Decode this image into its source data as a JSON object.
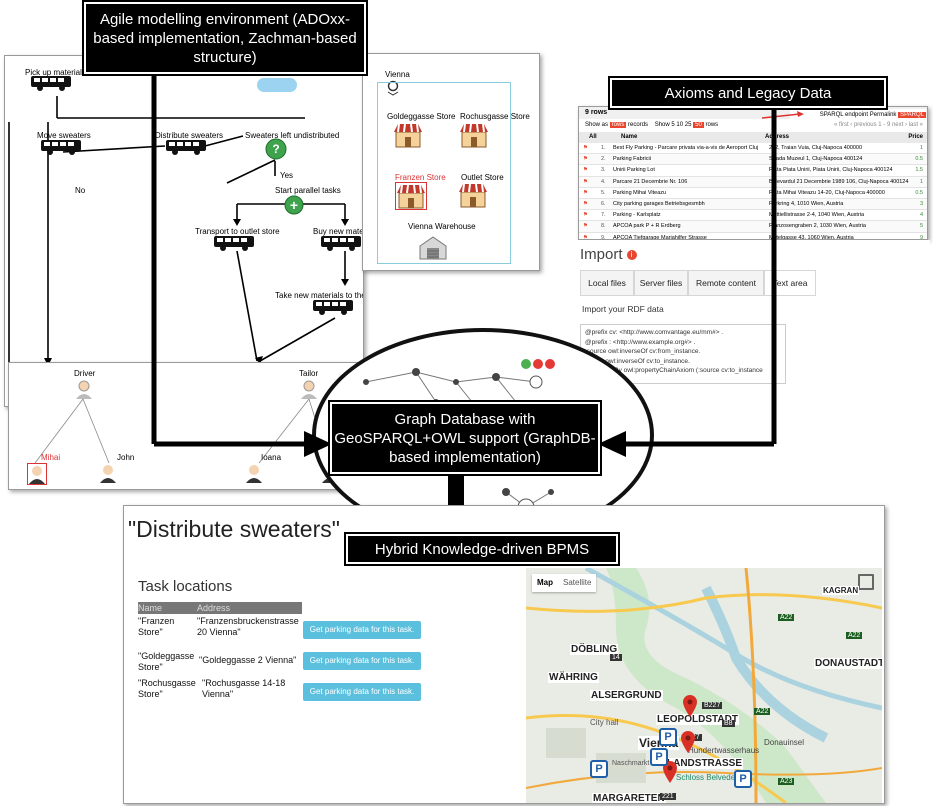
{
  "titles": {
    "agile": "Agile modelling environment (ADOxx-based implementation, Zachman-based structure)",
    "axioms": "Axioms and Legacy Data",
    "graphdb": "Graph Database with GeoSPARQL+OWL support (GraphDB-based implementation)",
    "bpms": "Hybrid Knowledge-driven BPMS"
  },
  "process": {
    "nodes": {
      "pick_up": "Pick up materials",
      "move": "Move sweaters",
      "distribute": "Distribute sweaters",
      "left": "Sweaters left undistributed",
      "yes": "Yes",
      "parallel": "Start parallel tasks",
      "transport": "Transport to outlet store",
      "buy": "Buy new materials",
      "take": "Take new materials to the warehouse",
      "no": "No"
    }
  },
  "org": {
    "driver": "Driver",
    "tailor": "Tailor",
    "mihai": "Mihai",
    "john": "John",
    "ioana": "Ioana"
  },
  "stores": {
    "city": "Vienna",
    "goldeggasse": "Goldeggasse Store",
    "rochusgasse": "Rochusgasse Store",
    "franzen": "Franzen Store",
    "outlet": "Outlet Store",
    "warehouse": "Vienna Warehouse"
  },
  "rdf": {
    "rows_title": "9 rows",
    "show_as": "Show as",
    "rows_btn": "rows",
    "records": "records",
    "show": "Show",
    "sizes": [
      "5",
      "10",
      "25",
      "50"
    ],
    "rows_word": "rows",
    "endpoint": "SPARQL endpoint",
    "permalink": "Permalink",
    "sparql_btn": "SPARQL",
    "pager": "« first ‹ previous 1 - 9 next › last »",
    "col_all": "All",
    "col_name": "Name",
    "col_address": "Address",
    "col_price": "Price",
    "rows": [
      {
        "n": "1.",
        "name": "Best Fly Parking - Parcare privata via-a-vis de Aeroport Cluj",
        "addr": "222, Traian Vuia, Cluj-Napoca 400000",
        "price": "1"
      },
      {
        "n": "2.",
        "name": "Parking Fabricii",
        "addr": "Strada Muzeul 1, Cluj-Napoca 400124",
        "price": "0.5"
      },
      {
        "n": "3.",
        "name": "Unirii Parking Lot",
        "addr": "Piata Piata Unirii, Piata Unirii, Cluj-Napoca 400124",
        "price": "1.5"
      },
      {
        "n": "4.",
        "name": "Parcare 21 Decembrie Nr. 106",
        "addr": "Bulevardul 21 Decembrie 1989 106, Cluj-Napoca 400124",
        "price": "1"
      },
      {
        "n": "5.",
        "name": "Parking Mihai Viteazu",
        "addr": "Piata Mihai Viteazu 14-20, Cluj-Napoca 400000",
        "price": "0.5"
      },
      {
        "n": "6.",
        "name": "City parking garages Betriebsgesmbh",
        "addr": "Parkring 4, 1010 Wien, Austria",
        "price": "3"
      },
      {
        "n": "7.",
        "name": "Parking - Karlsplatz",
        "addr": "Mattiellistrasse 2-4, 1040 Wien, Austria",
        "price": "4"
      },
      {
        "n": "8.",
        "name": "APCOA park P + R Erdberg",
        "addr": "Franzosengraben 2, 1030 Wien, Austria",
        "price": "5"
      },
      {
        "n": "9.",
        "name": "APCOA Tiefgarage Mariahilfer Strasse",
        "addr": "Mittelgasse 43, 1060 Wien, Austria",
        "price": "9"
      }
    ]
  },
  "import": {
    "title": "Import",
    "tabs": [
      "Local files",
      "Server files",
      "Remote content",
      "Text area"
    ],
    "label": "Import your RDF data",
    "lines": [
      "@prefix cv: <http://www.comvantage.eu/mm#> .",
      "@prefix : <http://www.example.org#> .",
      ":source owl:inverseOf cv:from_instance.",
      ":target owl:inverseOf cv:to_instance.",
      ":followed_By owl:propertyChainAxiom (:source cv:to_instance"
    ]
  },
  "bpms": {
    "heading": "\"Distribute sweaters\"",
    "task_locations": "Task locations",
    "col_name": "Name",
    "col_address": "Address",
    "button": "Get parking data for this task.",
    "tasks": [
      {
        "name": "\"Franzen Store\"",
        "address": "\"Franzensbruckenstrasse 20 Vienna\""
      },
      {
        "name": "\"Goldeggasse Store\"",
        "address": "\"Goldeggasse 2 Vienna\""
      },
      {
        "name": "\"Rochusgasse Store\"",
        "address": "\"Rochusgasse 14-18 Vienna\""
      }
    ]
  },
  "map": {
    "map_btn": "Map",
    "sat_btn": "Satellite",
    "labels": {
      "dobling": "DÖBLING",
      "wahring": "WÄHRING",
      "alsergrund": "ALSERGRUND",
      "leopoldstadt": "LEOPOLDSTADT",
      "landstrasse": "LANDSTRASSE",
      "donaustadt": "DONAUSTADT",
      "margareten": "MARGARETEN",
      "kagran": "KAGRAN",
      "vienna": "Vienna",
      "cityhall": "City hall",
      "donauinsel": "Donauinsel",
      "hundertwasser": "Hundertwasserhaus",
      "schloss": "Schloss Belvedere",
      "naschmarkt": "Naschmarkt"
    },
    "roads": [
      "A22",
      "A22",
      "A23",
      "A22",
      "227",
      "221",
      "14",
      "B8",
      "B227"
    ]
  },
  "colors": {
    "accent_red": "#e8462f",
    "button_blue": "#5bc0de",
    "icon_blue": "#1f5fa8",
    "pin_red": "#d93025",
    "store_red": "#c0392b"
  }
}
